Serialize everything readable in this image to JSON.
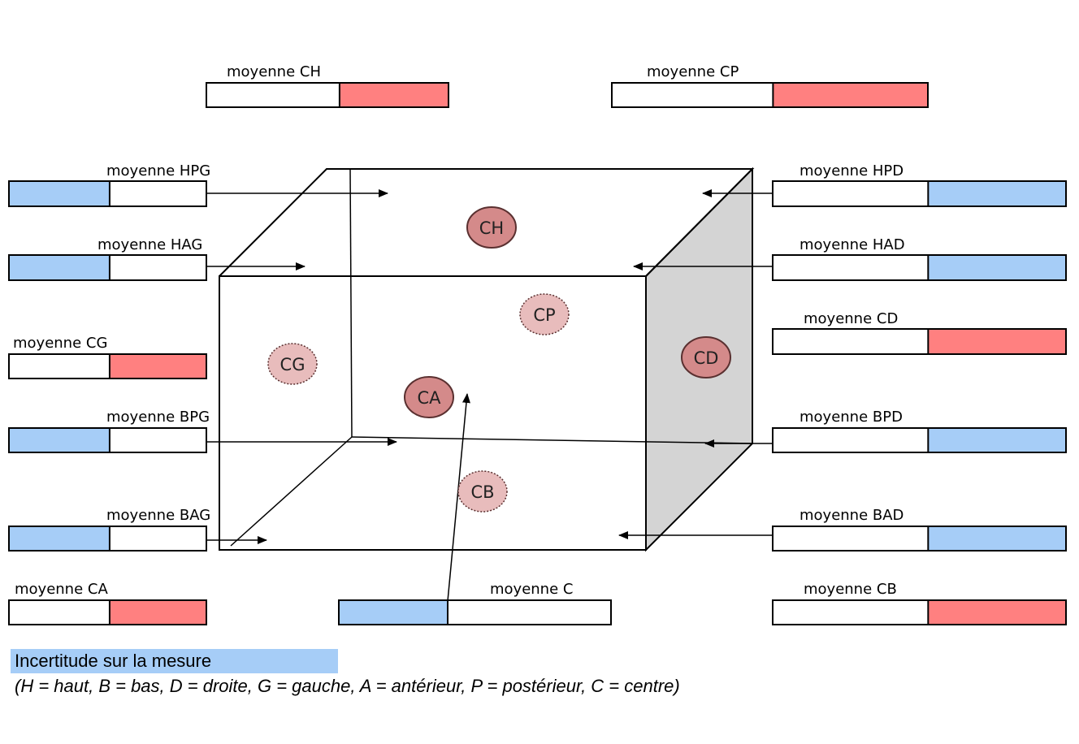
{
  "colors": {
    "blue": "#a6cdf7",
    "red": "#ff8080",
    "face_gray": "#d4d4d4",
    "circle_dark": "#d48a8a",
    "circle_light": "#e8bcbc"
  },
  "bars": {
    "ch": {
      "label": "moyenne CH",
      "fill": "red",
      "value": 0.45
    },
    "cp": {
      "label": "moyenne CP",
      "fill": "red",
      "value": 0.49
    },
    "hpg": {
      "label": "moyenne HPG",
      "fill": "blue",
      "value": 0.51
    },
    "hag": {
      "label": "moyenne HAG",
      "fill": "blue",
      "value": 0.51
    },
    "cg": {
      "label": "moyenne CG",
      "fill": "red",
      "value": 0.49
    },
    "bpg": {
      "label": "moyenne BPG",
      "fill": "blue",
      "value": 0.51
    },
    "bag": {
      "label": "moyenne BAG",
      "fill": "blue",
      "value": 0.51
    },
    "ca": {
      "label": "moyenne CA",
      "fill": "red",
      "value": 0.49
    },
    "c": {
      "label": "moyenne C",
      "fill": "blue",
      "value": 0.4
    },
    "hpd": {
      "label": "moyenne HPD",
      "fill": "blue",
      "value": 0.47
    },
    "had": {
      "label": "moyenne HAD",
      "fill": "blue",
      "value": 0.47
    },
    "cd": {
      "label": "moyenne CD",
      "fill": "red",
      "value": 0.47
    },
    "bpd": {
      "label": "moyenne BPD",
      "fill": "blue",
      "value": 0.47
    },
    "bad": {
      "label": "moyenne BAD",
      "fill": "blue",
      "value": 0.47
    },
    "cb": {
      "label": "moyenne CB",
      "fill": "red",
      "value": 0.47
    }
  },
  "circles": {
    "ch": {
      "label": "CH",
      "shade": "dark"
    },
    "cp": {
      "label": "CP",
      "shade": "light"
    },
    "cg": {
      "label": "CG",
      "shade": "light"
    },
    "ca": {
      "label": "CA",
      "shade": "dark"
    },
    "cd": {
      "label": "CD",
      "shade": "dark"
    },
    "cb": {
      "label": "CB",
      "shade": "light"
    }
  },
  "legend": {
    "title": "Incertitude sur la mesure",
    "subtitle": "(H = haut, B = bas, D = droite, G = gauche, A = antérieur, P = postérieur, C = centre)"
  }
}
